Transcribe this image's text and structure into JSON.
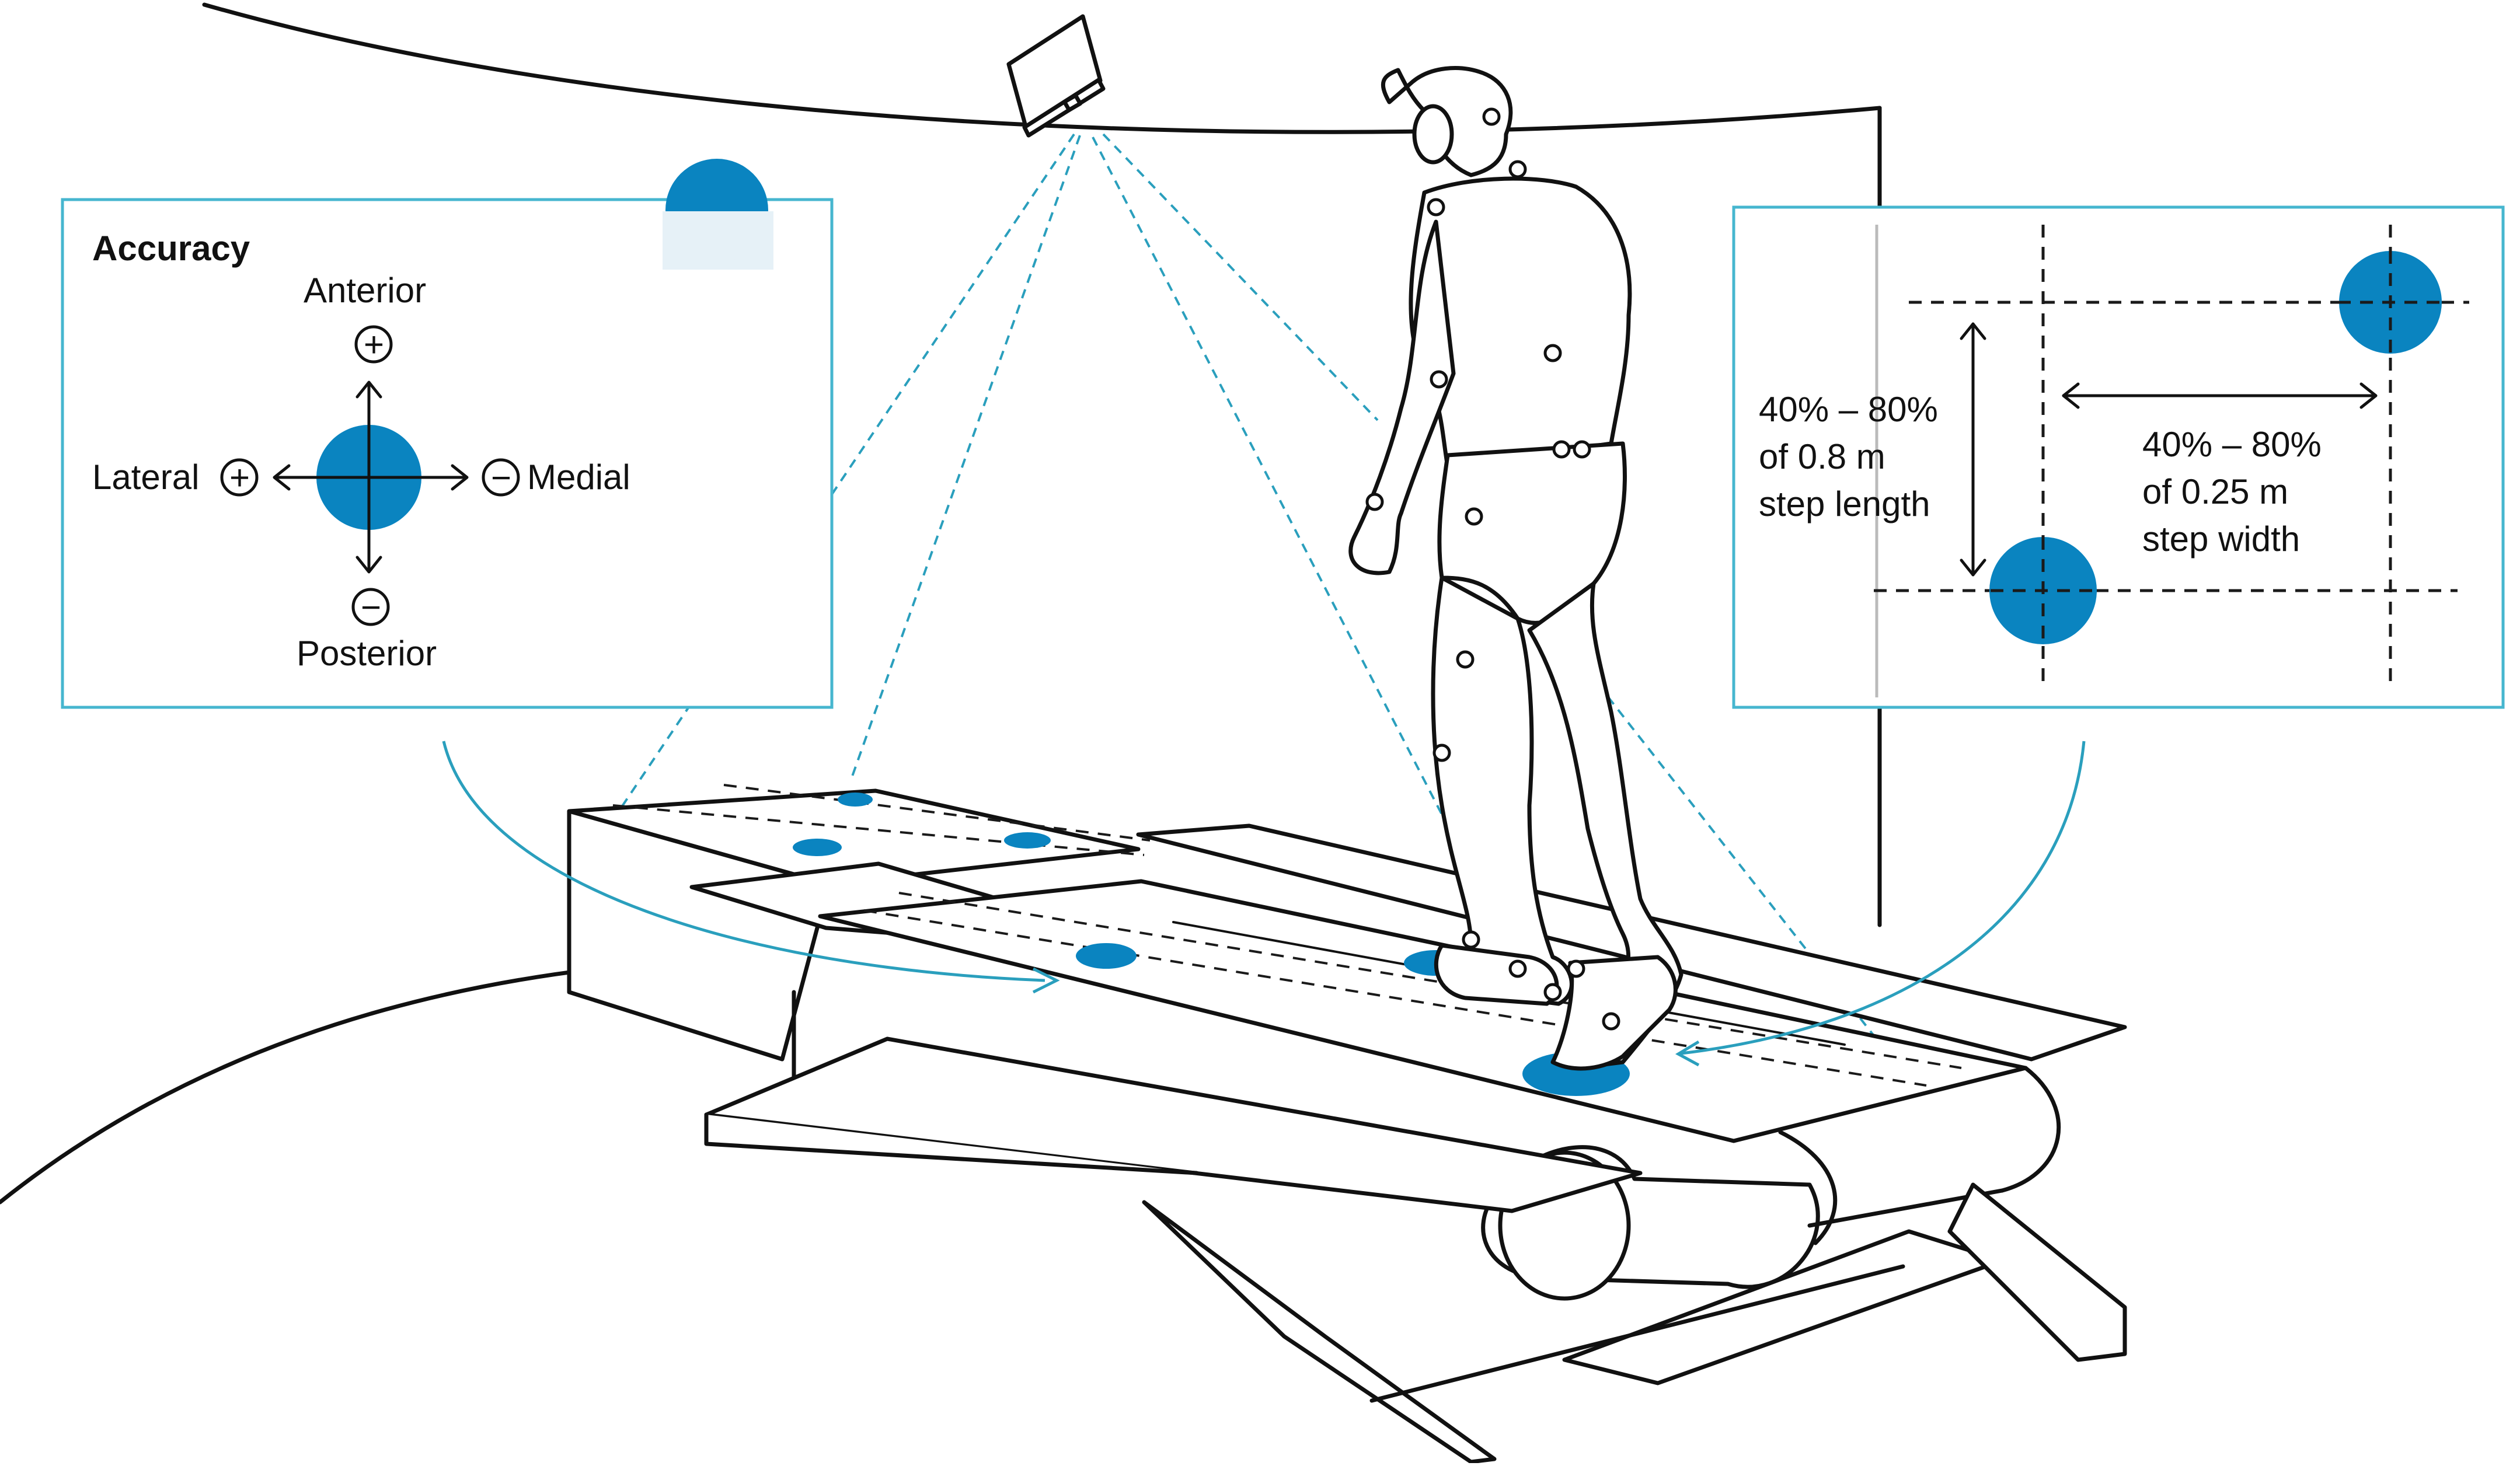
{
  "colors": {
    "accent_blue": "#0a84c0",
    "beam_cyan": "#2a9fbd",
    "panel_border": "#46b6cf",
    "ink": "#111111"
  },
  "accuracy_panel": {
    "title": "Accuracy",
    "anterior": "Anterior",
    "posterior": "Posterior",
    "lateral": "Lateral",
    "medial": "Medial",
    "plus_sign": "+",
    "minus_sign": "−"
  },
  "step_panel": {
    "length_line1": "40% – 80%",
    "length_line2": "of 0.8 m",
    "length_line3": "step length",
    "width_line1": "40% – 80%",
    "width_line2": "of 0.25 m",
    "width_line3": "step width"
  }
}
